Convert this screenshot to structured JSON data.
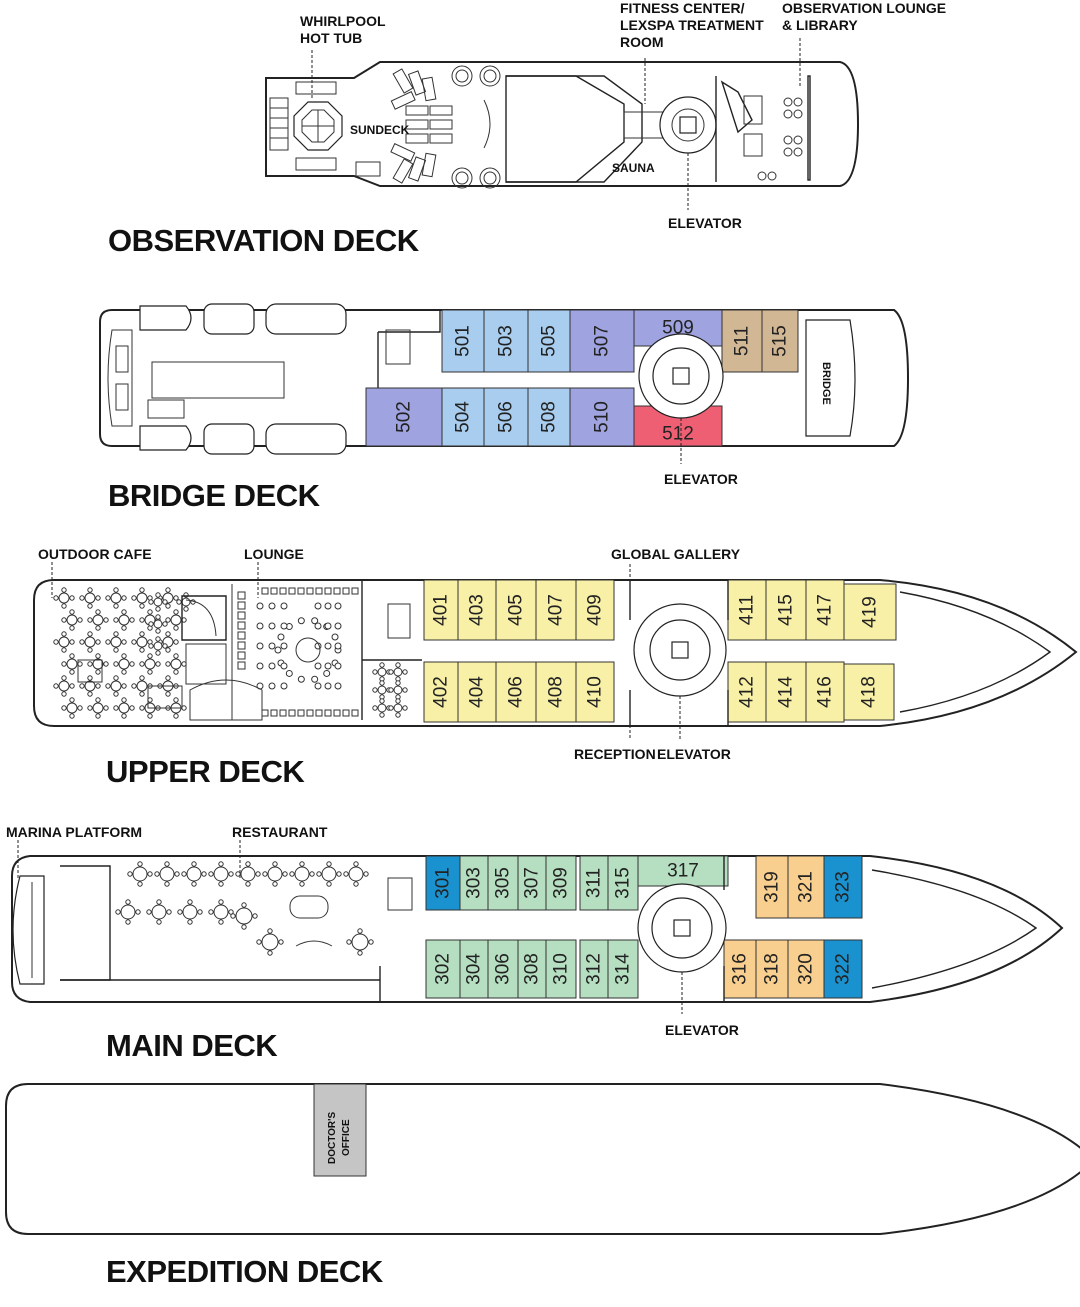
{
  "colors": {
    "blue_light": "#a9cdee",
    "lavender": "#9fa3df",
    "tan": "#d2b794",
    "pink": "#ee5f74",
    "yellow": "#f8f0a6",
    "green": "#b6dfc2",
    "orange": "#f8cf8e",
    "blue_strong": "#1a92cf",
    "gray": "#c5c5c5"
  },
  "decks": [
    {
      "id": "observation",
      "title": "OBSERVATION DECK",
      "labels": [
        "WHIRLPOOL",
        "HOT TUB",
        "SUNDECK",
        "FITNESS CENTER/",
        "LEXSPA TREATMENT",
        "ROOM",
        "SAUNA",
        "OBSERVATION LOUNGE",
        "& LIBRARY",
        "ELEVATOR"
      ],
      "cabins": []
    },
    {
      "id": "bridge",
      "title": "BRIDGE DECK",
      "labels": [
        "BRIDGE",
        "ELEVATOR"
      ],
      "cabins": [
        {
          "num": "501",
          "color": "blue_light"
        },
        {
          "num": "503",
          "color": "blue_light"
        },
        {
          "num": "505",
          "color": "blue_light"
        },
        {
          "num": "507",
          "color": "lavender"
        },
        {
          "num": "509",
          "color": "lavender"
        },
        {
          "num": "511",
          "color": "tan"
        },
        {
          "num": "515",
          "color": "tan"
        },
        {
          "num": "502",
          "color": "lavender"
        },
        {
          "num": "504",
          "color": "blue_light"
        },
        {
          "num": "506",
          "color": "blue_light"
        },
        {
          "num": "508",
          "color": "blue_light"
        },
        {
          "num": "510",
          "color": "lavender"
        },
        {
          "num": "512",
          "color": "pink"
        }
      ]
    },
    {
      "id": "upper",
      "title": "UPPER DECK",
      "labels": [
        "OUTDOOR CAFE",
        "LOUNGE",
        "GLOBAL GALLERY",
        "RECEPTION",
        "ELEVATOR"
      ],
      "cabins": [
        {
          "num": "401",
          "color": "yellow"
        },
        {
          "num": "403",
          "color": "yellow"
        },
        {
          "num": "405",
          "color": "yellow"
        },
        {
          "num": "407",
          "color": "yellow"
        },
        {
          "num": "409",
          "color": "yellow"
        },
        {
          "num": "411",
          "color": "yellow"
        },
        {
          "num": "415",
          "color": "yellow"
        },
        {
          "num": "417",
          "color": "yellow"
        },
        {
          "num": "419",
          "color": "yellow"
        },
        {
          "num": "402",
          "color": "yellow"
        },
        {
          "num": "404",
          "color": "yellow"
        },
        {
          "num": "406",
          "color": "yellow"
        },
        {
          "num": "408",
          "color": "yellow"
        },
        {
          "num": "410",
          "color": "yellow"
        },
        {
          "num": "412",
          "color": "yellow"
        },
        {
          "num": "414",
          "color": "yellow"
        },
        {
          "num": "416",
          "color": "yellow"
        },
        {
          "num": "418",
          "color": "yellow"
        }
      ]
    },
    {
      "id": "main",
      "title": "MAIN DECK",
      "labels": [
        "MARINA PLATFORM",
        "RESTAURANT",
        "ELEVATOR"
      ],
      "cabins": [
        {
          "num": "301",
          "color": "blue_strong"
        },
        {
          "num": "303",
          "color": "green"
        },
        {
          "num": "305",
          "color": "green"
        },
        {
          "num": "307",
          "color": "green"
        },
        {
          "num": "309",
          "color": "green"
        },
        {
          "num": "311",
          "color": "green"
        },
        {
          "num": "315",
          "color": "green"
        },
        {
          "num": "317",
          "color": "green"
        },
        {
          "num": "319",
          "color": "orange"
        },
        {
          "num": "321",
          "color": "orange"
        },
        {
          "num": "323",
          "color": "blue_strong"
        },
        {
          "num": "302",
          "color": "green"
        },
        {
          "num": "304",
          "color": "green"
        },
        {
          "num": "306",
          "color": "green"
        },
        {
          "num": "308",
          "color": "green"
        },
        {
          "num": "310",
          "color": "green"
        },
        {
          "num": "312",
          "color": "green"
        },
        {
          "num": "314",
          "color": "green"
        },
        {
          "num": "316",
          "color": "orange"
        },
        {
          "num": "318",
          "color": "orange"
        },
        {
          "num": "320",
          "color": "orange"
        },
        {
          "num": "322",
          "color": "blue_strong"
        }
      ]
    },
    {
      "id": "expedition",
      "title": "EXPEDITION DECK",
      "labels": [
        "DOCTOR'S",
        "OFFICE"
      ],
      "cabins": []
    }
  ]
}
